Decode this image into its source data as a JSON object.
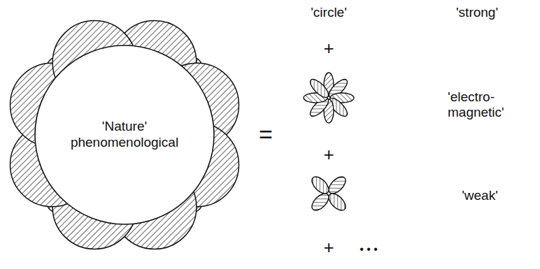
{
  "diagram": {
    "nodes": [
      {
        "text": [
          "'Nature' phenomenological"
        ]
      }
    ],
    "labels": [
      "=",
      "'circle'",
      "'strong'",
      "+",
      "'electro- magnetic'",
      "+",
      "'weak'",
      "+",
      "• • •"
    ]
  }
}
